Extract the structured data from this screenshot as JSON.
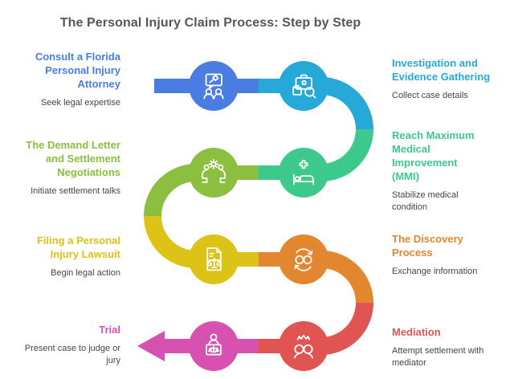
{
  "title": "The Personal Injury Claim Process: Step by Step",
  "palette": {
    "title_text": "#565658",
    "body_text": "#454547",
    "icon_stroke": "#ffffff",
    "background": "#ffffff"
  },
  "steps": [
    {
      "id": "consult",
      "heading": "Consult a Florida Personal Injury Attorney",
      "subtitle": "Seek legal expertise",
      "color": "#4A7DE2",
      "icon": "consultation-icon"
    },
    {
      "id": "investigation",
      "heading": "Investigation and Evidence Gathering",
      "subtitle": "Collect case details",
      "color": "#26A9D8",
      "icon": "investigation-icon"
    },
    {
      "id": "mmi",
      "heading": "Reach Maximum Medical Improvement (MMI)",
      "subtitle": "Stabilize medical condition",
      "color": "#3CC98B",
      "icon": "medical-bed-icon"
    },
    {
      "id": "demand",
      "heading": "The Demand Letter and Settlement Negotiations",
      "subtitle": "Initiate settlement talks",
      "color": "#8CBE3F",
      "icon": "negotiation-icon"
    },
    {
      "id": "filing",
      "heading": "Filing a Personal Injury Lawsuit",
      "subtitle": "Begin legal action",
      "color": "#DDC217",
      "icon": "lawsuit-document-icon"
    },
    {
      "id": "discovery",
      "heading": "The Discovery Process",
      "subtitle": "Exchange information",
      "color": "#E2872F",
      "icon": "discovery-exchange-icon"
    },
    {
      "id": "mediation",
      "heading": "Mediation",
      "subtitle": "Attempt settlement with mediator",
      "color": "#E15454",
      "icon": "mediation-icon"
    },
    {
      "id": "trial",
      "heading": "Trial",
      "subtitle": "Present case to judge or jury",
      "color": "#D751B1",
      "icon": "trial-judge-icon"
    }
  ]
}
